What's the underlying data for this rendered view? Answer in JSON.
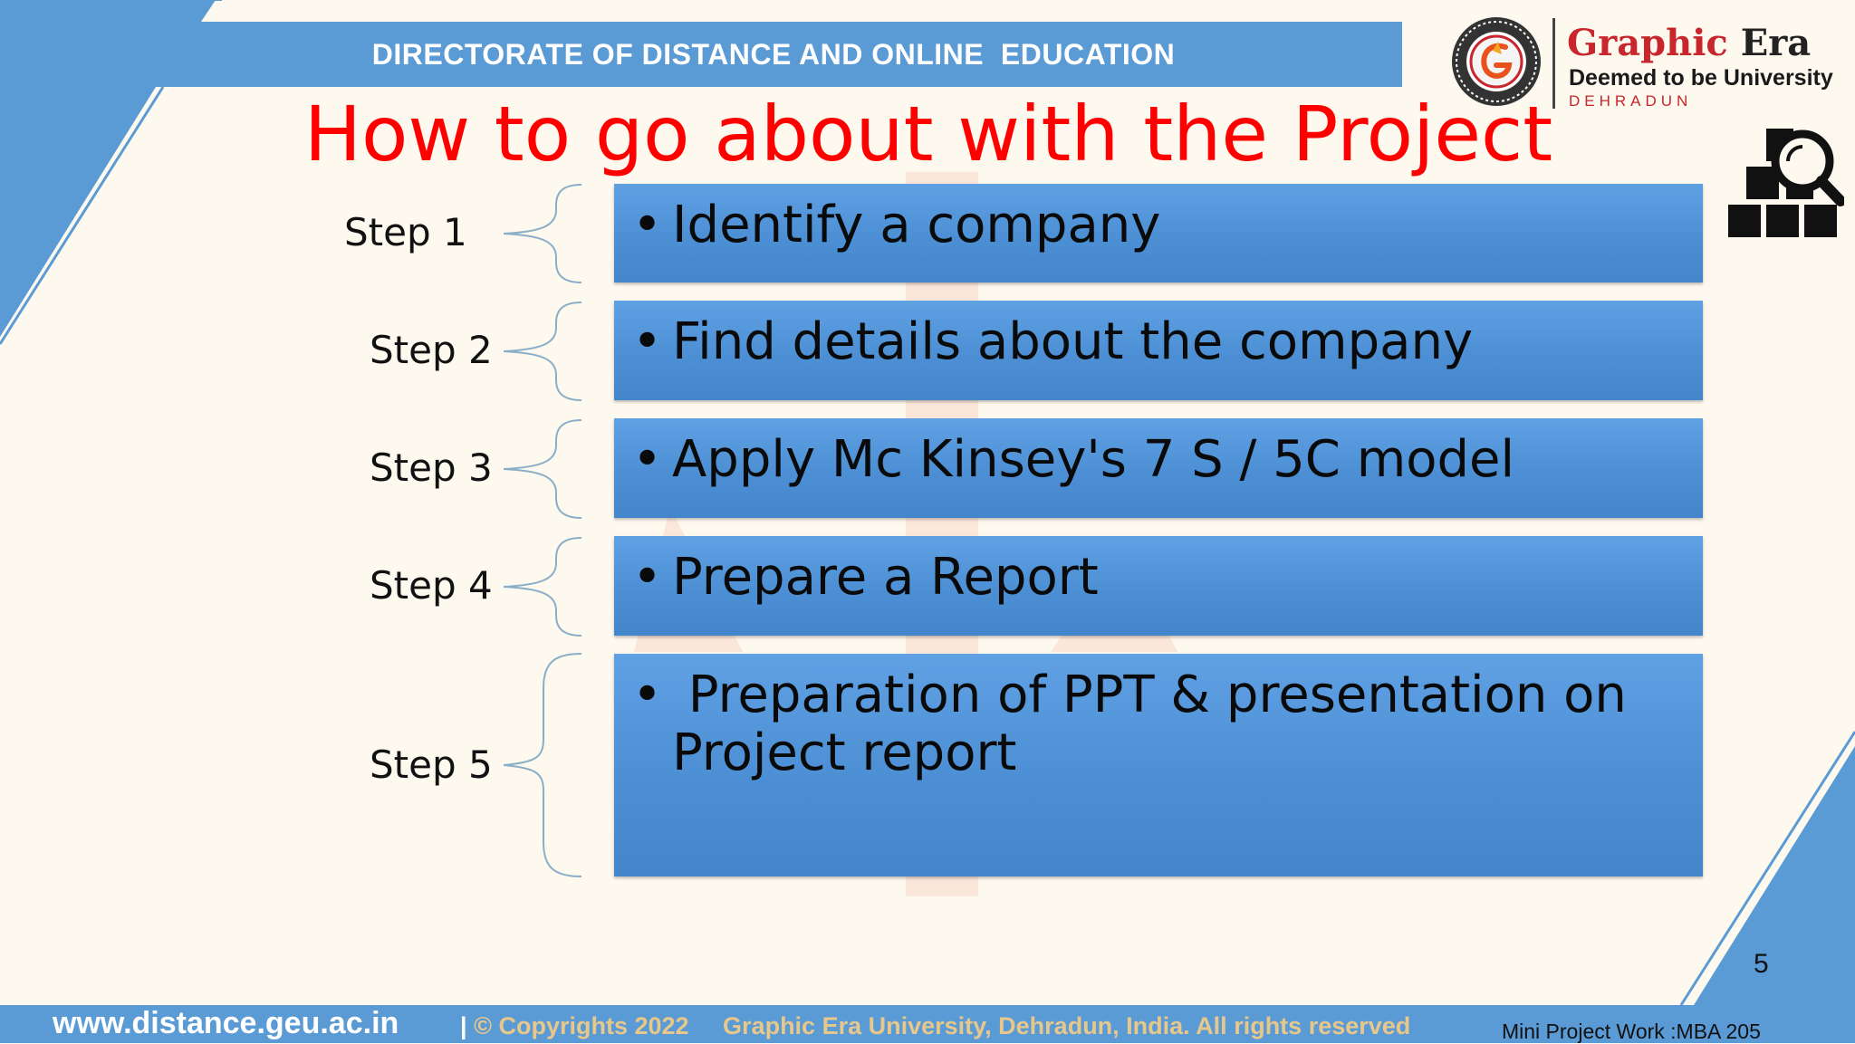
{
  "header": {
    "text": "DIRECTORATE OF DISTANCE AND ONLINE  EDUCATION"
  },
  "logo": {
    "name_part1": "Graphic",
    "name_part2": "Era",
    "subtitle": "Deemed to be University",
    "city": "DEHRADUN"
  },
  "title": "How to go about with the Project",
  "steps": [
    {
      "label": "Step 1",
      "text": "Identify a company"
    },
    {
      "label": "Step 2",
      "text": "Find details about the company"
    },
    {
      "label": "Step 3",
      "text": "Apply Mc Kinsey's 7 S / 5C model"
    },
    {
      "label": "Step 4",
      "text": "Prepare a Report"
    },
    {
      "label": "Step 5",
      "text": " Preparation of PPT & presentation on Project report"
    }
  ],
  "bullet": "•",
  "page_number": "5",
  "footer": {
    "url": "www.distance.geu.ac.in",
    "separator": "|",
    "copyright": "© Copyrights 2022     Graphic Era University, Dehradun, India. All rights reserved",
    "course": "Mini Project Work :MBA 205"
  },
  "colors": {
    "accent_blue": "#5b9bd5",
    "title_red": "#ff0000",
    "brand_red": "#c8262c",
    "background": "#fdf9ef"
  },
  "icons": [
    "graphic-era-emblem-icon",
    "search-boxes-icon",
    "brace-icon"
  ]
}
